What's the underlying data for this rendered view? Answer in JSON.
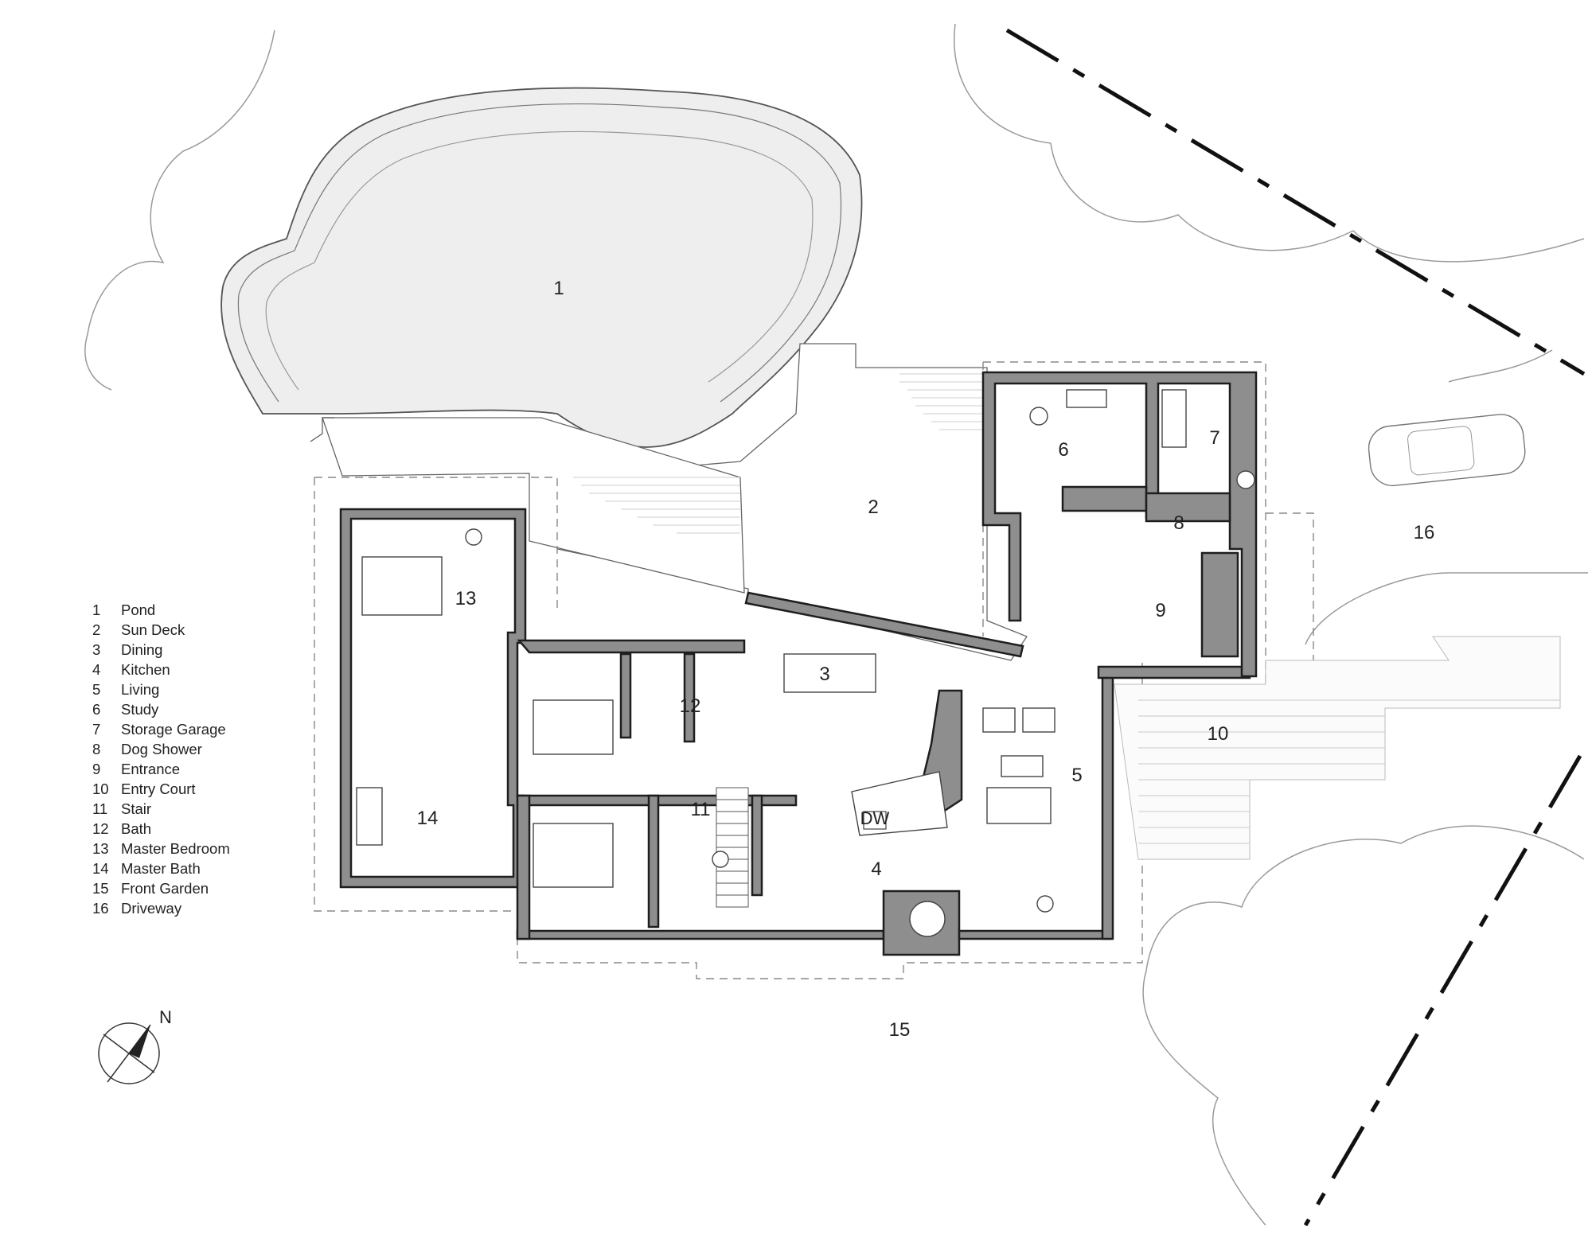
{
  "legend": [
    {
      "num": "1",
      "name": "Pond"
    },
    {
      "num": "2",
      "name": "Sun Deck"
    },
    {
      "num": "3",
      "name": "Dining"
    },
    {
      "num": "4",
      "name": "Kitchen"
    },
    {
      "num": "5",
      "name": "Living"
    },
    {
      "num": "6",
      "name": "Study"
    },
    {
      "num": "7",
      "name": "Storage Garage"
    },
    {
      "num": "8",
      "name": "Dog Shower"
    },
    {
      "num": "9",
      "name": "Entrance"
    },
    {
      "num": "10",
      "name": "Entry Court"
    },
    {
      "num": "11",
      "name": "Stair"
    },
    {
      "num": "12",
      "name": "Bath"
    },
    {
      "num": "13",
      "name": "Master Bedroom"
    },
    {
      "num": "14",
      "name": "Master Bath"
    },
    {
      "num": "15",
      "name": "Front Garden"
    },
    {
      "num": "16",
      "name": "Driveway"
    }
  ],
  "room_numbers": [
    "1",
    "2",
    "3",
    "4",
    "5",
    "6",
    "7",
    "8",
    "9",
    "10",
    "11",
    "12",
    "13",
    "14",
    "15",
    "16"
  ],
  "compass": {
    "label": "N"
  },
  "appliance": {
    "dishwasher": "DW"
  }
}
